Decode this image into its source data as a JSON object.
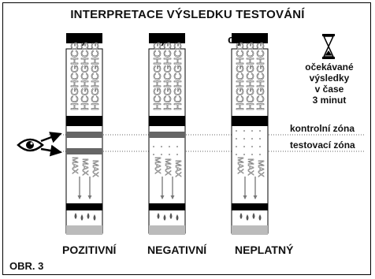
{
  "title": "INTERPRETACE VÝSLEDKU TESTOVÁNÍ",
  "panels": {
    "a": {
      "label": "a.)",
      "result": "POZITIVNÍ"
    },
    "b": {
      "label": "b.)",
      "result": "NEGATIVNÍ"
    },
    "c": {
      "label": "c.)",
      "result": "NEPLATNÝ"
    }
  },
  "strip_text": "HCGHCGHCG",
  "max_text": "MAX",
  "side_note": [
    "očekávané",
    "výsledky",
    "v čase",
    "3 minut"
  ],
  "zones": {
    "control": "kontrolní zóna",
    "test": "testovací zóna"
  },
  "figure_label": "OBR. 3",
  "icons": [
    "eye-icon",
    "hourglass-icon",
    "arrow-icon",
    "droplet-icon"
  ]
}
